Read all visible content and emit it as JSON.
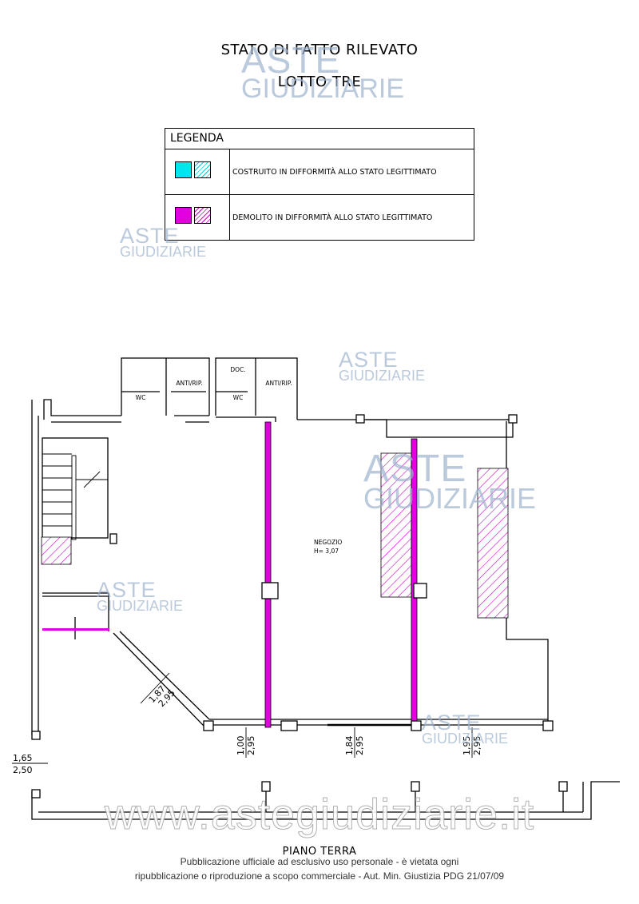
{
  "header": {
    "title": "STATO DI FATTO RILEVATO",
    "subtitle": "LOTTO TRE"
  },
  "legend": {
    "heading": "LEGENDA",
    "items": [
      {
        "label": "COSTRUITO IN DIFFORMITÀ ALLO STATO LEGITTIMATO",
        "color": "#00e5ee"
      },
      {
        "label": "DEMOLITO IN DIFFORMITÀ ALLO STATO LEGITTIMATO",
        "color": "#e000e0"
      }
    ]
  },
  "rooms": {
    "wc_left": "WC",
    "anti_left": "ANTI/RIP.",
    "doc": "DOC.",
    "wc_right": "WC",
    "anti_right": "ANTI/RIP.",
    "negozio": "NEGOZIO",
    "negozio_height": "H= 3,07"
  },
  "dimensions": {
    "diag_top": "1,87",
    "diag_bottom": "2,95",
    "d1_top": "1,00",
    "d1_bottom": "2,95",
    "d2_top": "1,84",
    "d2_bottom": "2,95",
    "d3_top": "1,95",
    "d3_bottom": "2,95",
    "left_top": "1,65",
    "left_bottom": "2,50"
  },
  "plan_label": "PIANO TERRA",
  "watermark": {
    "brand_top": "ASTE",
    "brand_bottom": "GIUDIZIARIE",
    "site": "www.astegiudiziarie.it"
  },
  "footer": {
    "line1": "Pubblicazione ufficiale ad esclusivo uso personale - è vietata ogni",
    "line2": "ripubblicazione o riproduzione a scopo commerciale - Aut. Min. Giustizia PDG 21/07/09"
  }
}
